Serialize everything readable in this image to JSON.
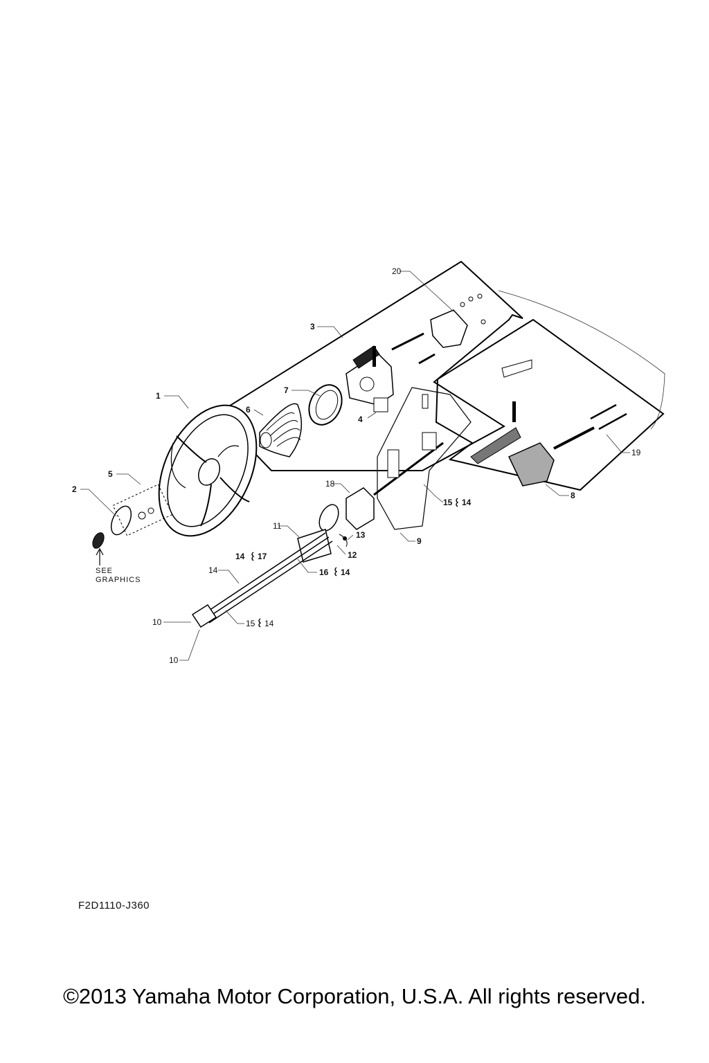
{
  "labels": [
    {
      "id": "1",
      "text": "1"
    },
    {
      "id": "2",
      "text": "2"
    },
    {
      "id": "3",
      "text": "3"
    },
    {
      "id": "4",
      "text": "4"
    },
    {
      "id": "5",
      "text": "5"
    },
    {
      "id": "6",
      "text": "6"
    },
    {
      "id": "7",
      "text": "7"
    },
    {
      "id": "8",
      "text": "8"
    },
    {
      "id": "9",
      "text": "9"
    },
    {
      "id": "10a",
      "text": "10"
    },
    {
      "id": "10b",
      "text": "10"
    },
    {
      "id": "11",
      "text": "11"
    },
    {
      "id": "12",
      "text": "12"
    },
    {
      "id": "13",
      "text": "13"
    },
    {
      "id": "14a",
      "text": "14"
    },
    {
      "id": "14b",
      "text": "14"
    },
    {
      "id": "17",
      "text": "17"
    },
    {
      "id": "16",
      "text": "16"
    },
    {
      "id": "14c",
      "text": "14"
    },
    {
      "id": "15a",
      "text": "15"
    },
    {
      "id": "14d",
      "text": "14"
    },
    {
      "id": "15b",
      "text": "15"
    },
    {
      "id": "14e",
      "text": "14"
    },
    {
      "id": "18",
      "text": "18"
    },
    {
      "id": "19",
      "text": "19"
    },
    {
      "id": "20",
      "text": "20"
    }
  ],
  "see_graphics": {
    "line1": "SEE",
    "line2": "GRAPHICS"
  },
  "diagram_code": "F2D1110-J360",
  "copyright": "©2013 Yamaha Motor Corporation, U.S.A. All rights reserved."
}
